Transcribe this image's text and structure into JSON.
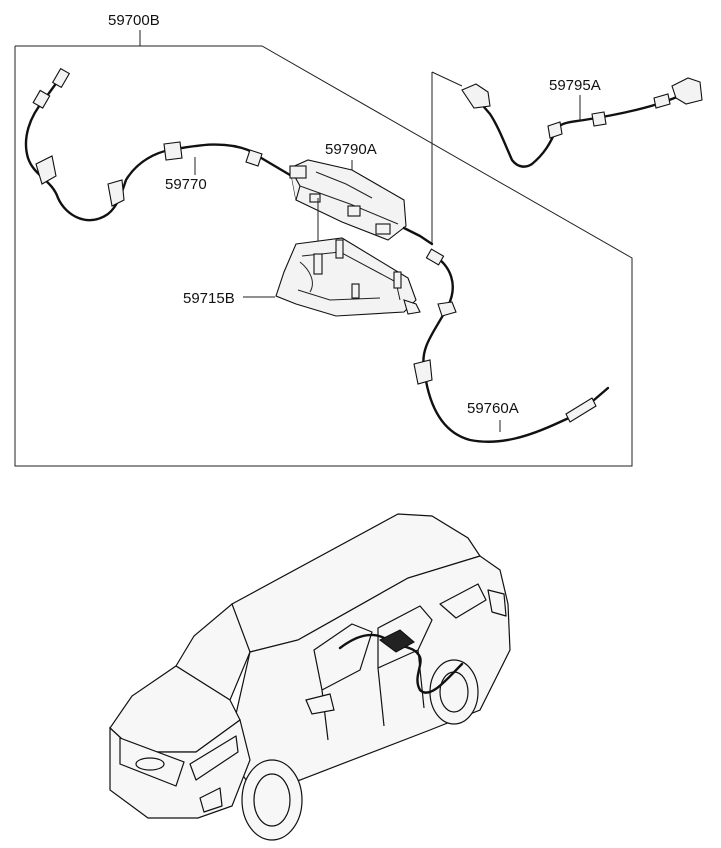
{
  "labels": {
    "assembly": "59700B",
    "front_cable": "59770",
    "actuator": "59790A",
    "bracket": "59715B",
    "extension_cable": "59795A",
    "rear_cable": "59760A"
  }
}
